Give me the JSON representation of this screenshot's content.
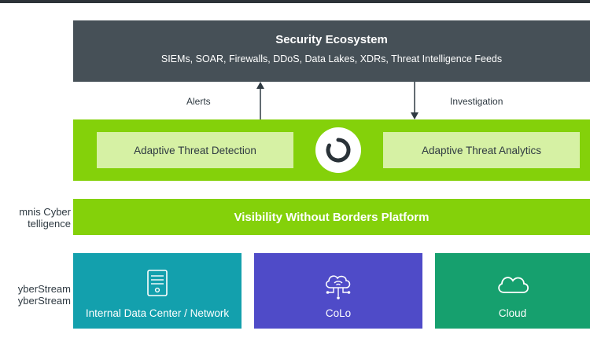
{
  "left_labels": {
    "intelligence": [
      "mnis Cyber",
      "telligence"
    ],
    "cyberstream": [
      "yberStream",
      "yberStream"
    ]
  },
  "ecosystem": {
    "title": "Security Ecosystem",
    "subtitle": "SIEMs, SOAR, Firewalls, DDoS, Data Lakes, XDRs, Threat Intelligence Feeds"
  },
  "flows": {
    "alerts": "Alerts",
    "investigation": "Investigation"
  },
  "threat_band": {
    "detection": "Adaptive Threat Detection",
    "analytics": "Adaptive Threat Analytics"
  },
  "platform": {
    "label": "Visibility Without Borders Platform"
  },
  "deployments": [
    {
      "label": "Internal Data Center / Network",
      "icon": "server-icon",
      "color": "#13a0ad"
    },
    {
      "label": "CoLo",
      "icon": "cloud-network-icon",
      "color": "#4f4bc8"
    },
    {
      "label": "Cloud",
      "icon": "cloud-icon",
      "color": "#16a06e"
    }
  ],
  "colors": {
    "dark": "#465057",
    "green": "#84d10a",
    "light_green": "#d6f1a4"
  }
}
